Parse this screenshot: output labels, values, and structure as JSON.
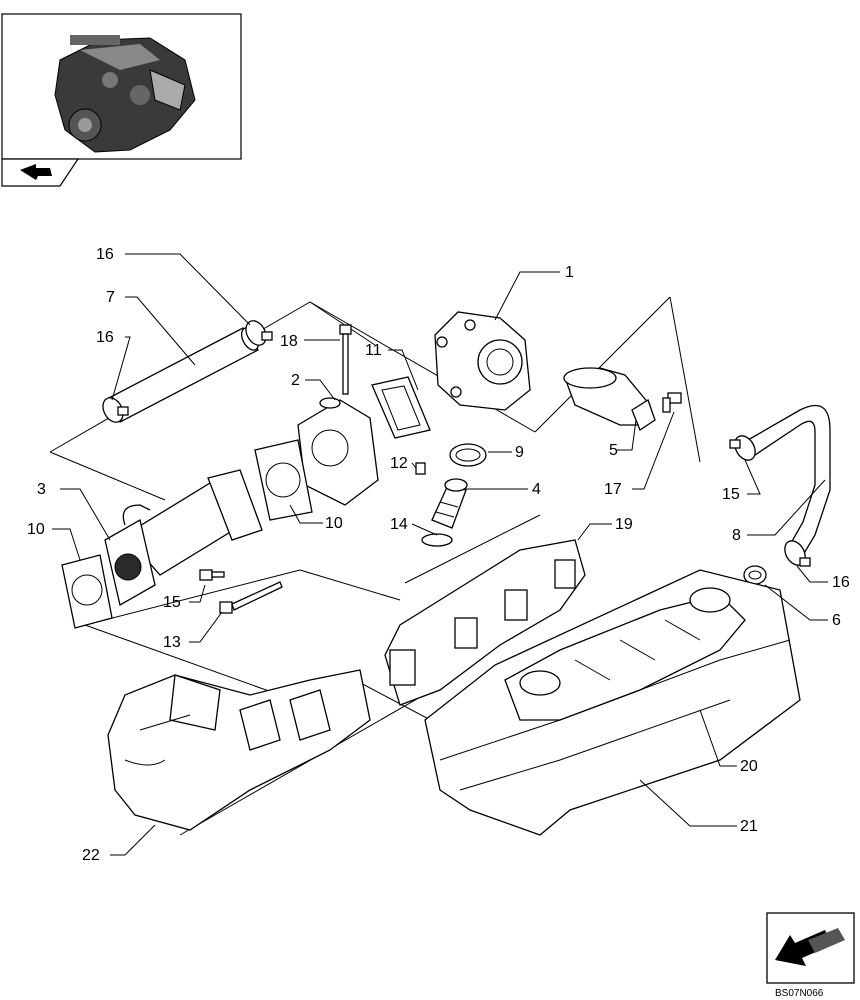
{
  "drawing_ref": "BS07N066",
  "callouts": [
    "1",
    "2",
    "3",
    "4",
    "5",
    "6",
    "7",
    "8",
    "9",
    "10",
    "10",
    "11",
    "12",
    "13",
    "14",
    "15",
    "15",
    "16",
    "16",
    "16",
    "17",
    "18",
    "19",
    "20",
    "21",
    "22"
  ],
  "icons": {
    "thumbnail": "engine-thumbnail-image",
    "nav_top": "return-arrow-icon",
    "nav_bottom": "next-page-arrow-icon"
  }
}
